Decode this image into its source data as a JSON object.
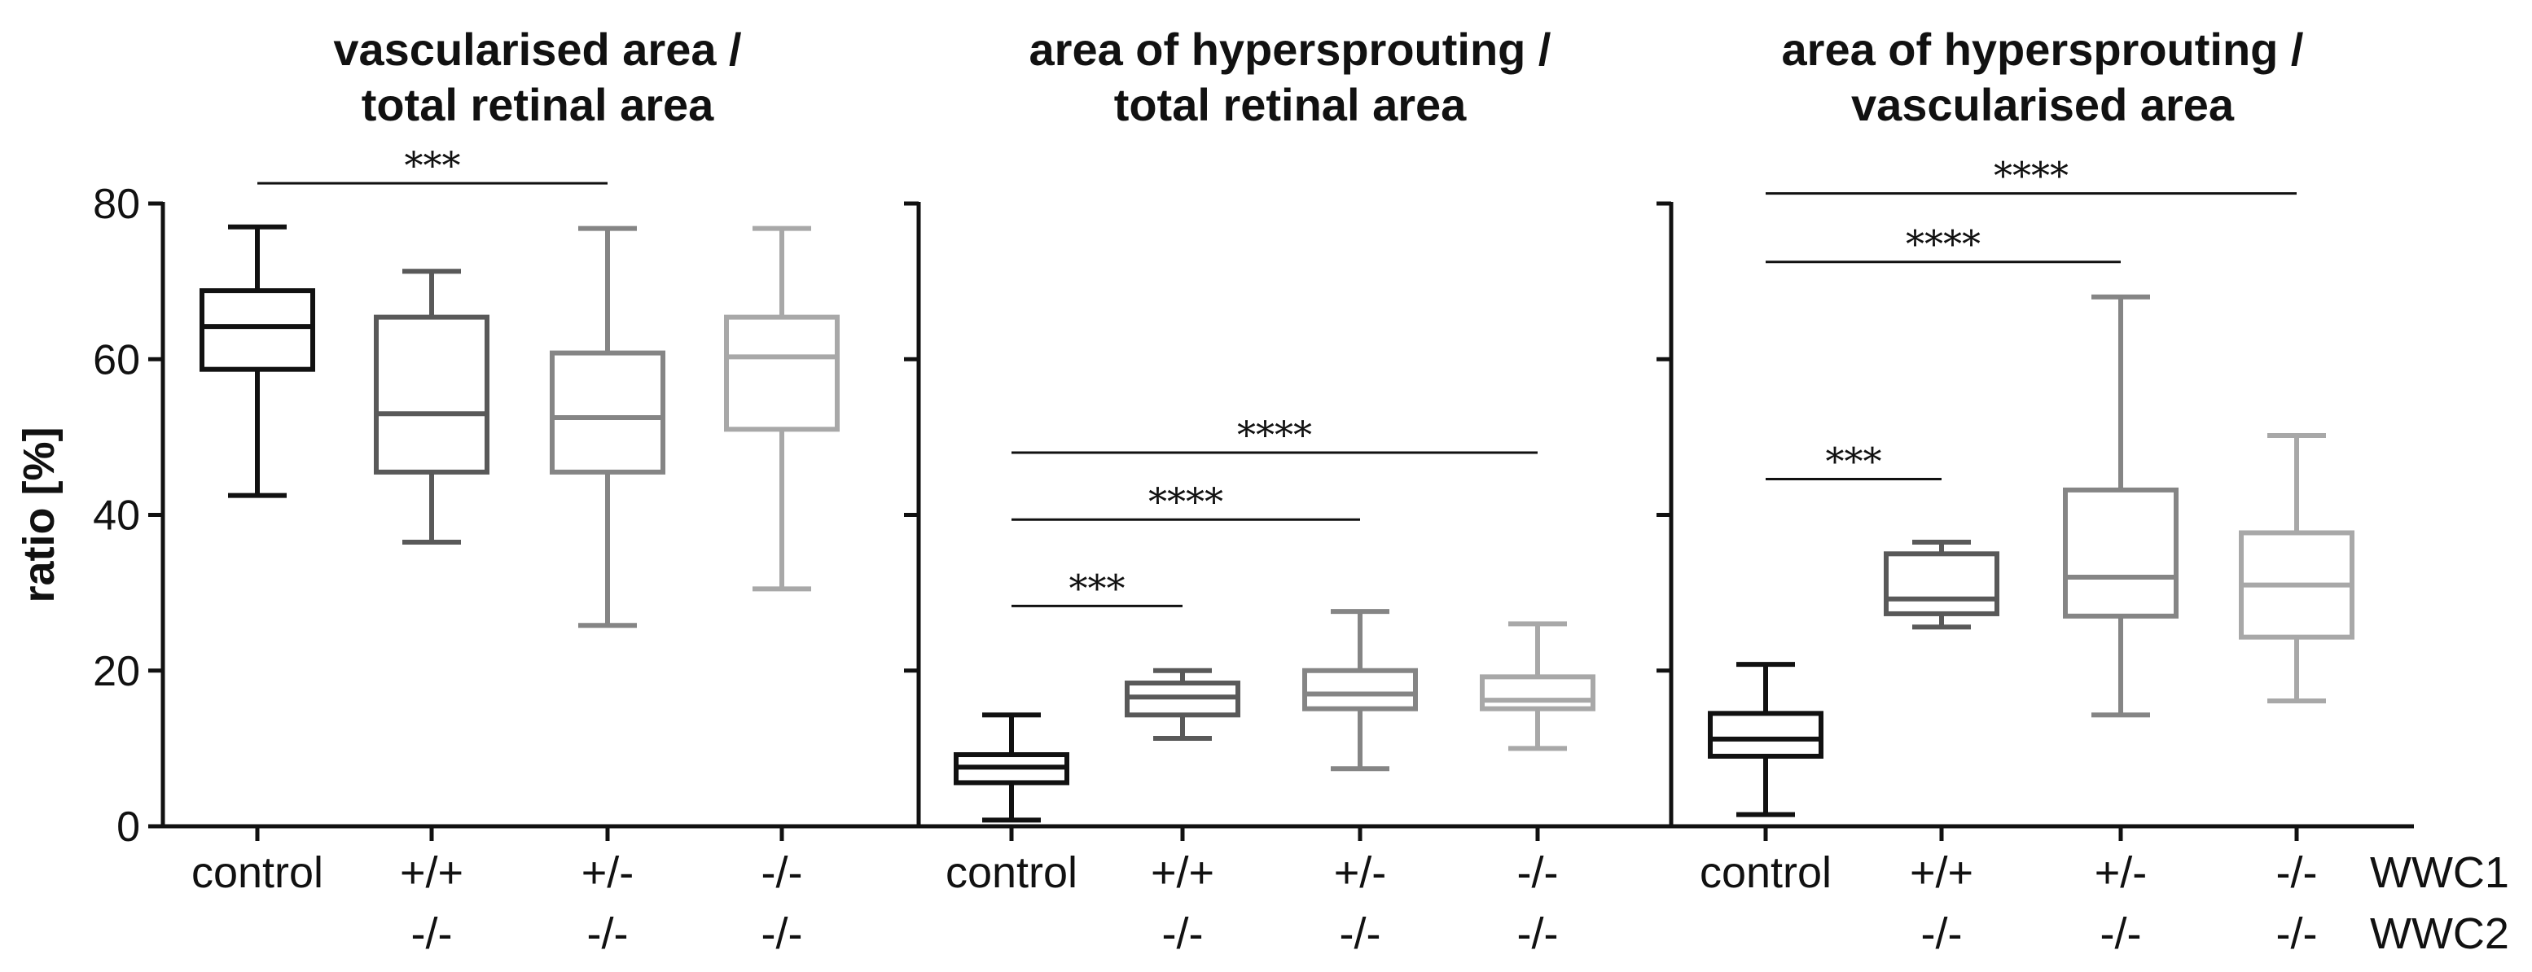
{
  "chart_data": {
    "type": "box",
    "ylabel": "ratio [%]",
    "ylim": [
      0,
      80
    ],
    "yticks": [
      0,
      20,
      40,
      60,
      80
    ],
    "genotype_rows": [
      "WWC1",
      "WWC2"
    ],
    "categories": [
      {
        "l1": "control",
        "l2": ""
      },
      {
        "l1": "+/+",
        "l2": "-/-"
      },
      {
        "l1": "+/-",
        "l2": "-/-"
      },
      {
        "l1": "-/-",
        "l2": "-/-"
      }
    ],
    "colors": [
      "#111111",
      "#595959",
      "#858585",
      "#a8a8a8"
    ],
    "panels": [
      {
        "title": [
          "vascularised area /",
          "total retinal area"
        ],
        "boxes": [
          {
            "min": 42.5,
            "q1": 58.7,
            "median": 64.2,
            "q3": 68.8,
            "max": 77.0
          },
          {
            "min": 36.5,
            "q1": 45.5,
            "median": 53.0,
            "q3": 65.4,
            "max": 71.3
          },
          {
            "min": 25.8,
            "q1": 45.5,
            "median": 52.5,
            "q3": 60.8,
            "max": 76.8
          },
          {
            "min": 30.5,
            "q1": 51.0,
            "median": 60.3,
            "q3": 65.4,
            "max": 76.8
          }
        ],
        "significance": [
          {
            "from": 0,
            "to": 2,
            "label": "***",
            "y": 82.6
          }
        ]
      },
      {
        "title": [
          "area of hypersprouting /",
          "total retinal area"
        ],
        "boxes": [
          {
            "min": 0.8,
            "q1": 5.6,
            "median": 7.6,
            "q3": 9.2,
            "max": 14.3
          },
          {
            "min": 11.3,
            "q1": 14.3,
            "median": 16.6,
            "q3": 18.4,
            "max": 20.0
          },
          {
            "min": 7.4,
            "q1": 15.1,
            "median": 17.0,
            "q3": 20.0,
            "max": 27.6
          },
          {
            "min": 10.0,
            "q1": 15.1,
            "median": 16.2,
            "q3": 19.2,
            "max": 26.0
          }
        ],
        "significance": [
          {
            "from": 0,
            "to": 1,
            "label": "***",
            "y": 28.3
          },
          {
            "from": 0,
            "to": 2,
            "label": "****",
            "y": 39.4
          },
          {
            "from": 0,
            "to": 3,
            "label": "****",
            "y": 48.0
          }
        ]
      },
      {
        "title": [
          "area of hypersprouting /",
          "vascularised area"
        ],
        "boxes": [
          {
            "min": 1.5,
            "q1": 9.0,
            "median": 11.2,
            "q3": 14.5,
            "max": 20.8
          },
          {
            "min": 25.6,
            "q1": 27.3,
            "median": 29.2,
            "q3": 35.0,
            "max": 36.5
          },
          {
            "min": 14.3,
            "q1": 27.0,
            "median": 32.0,
            "q3": 43.2,
            "max": 68.0
          },
          {
            "min": 16.1,
            "q1": 24.3,
            "median": 31.0,
            "q3": 37.7,
            "max": 50.2
          }
        ],
        "significance": [
          {
            "from": 0,
            "to": 1,
            "label": "***",
            "y": 44.6
          },
          {
            "from": 0,
            "to": 2,
            "label": "****",
            "y": 72.5
          },
          {
            "from": 0,
            "to": 3,
            "label": "****",
            "y": 81.3
          }
        ]
      }
    ]
  }
}
